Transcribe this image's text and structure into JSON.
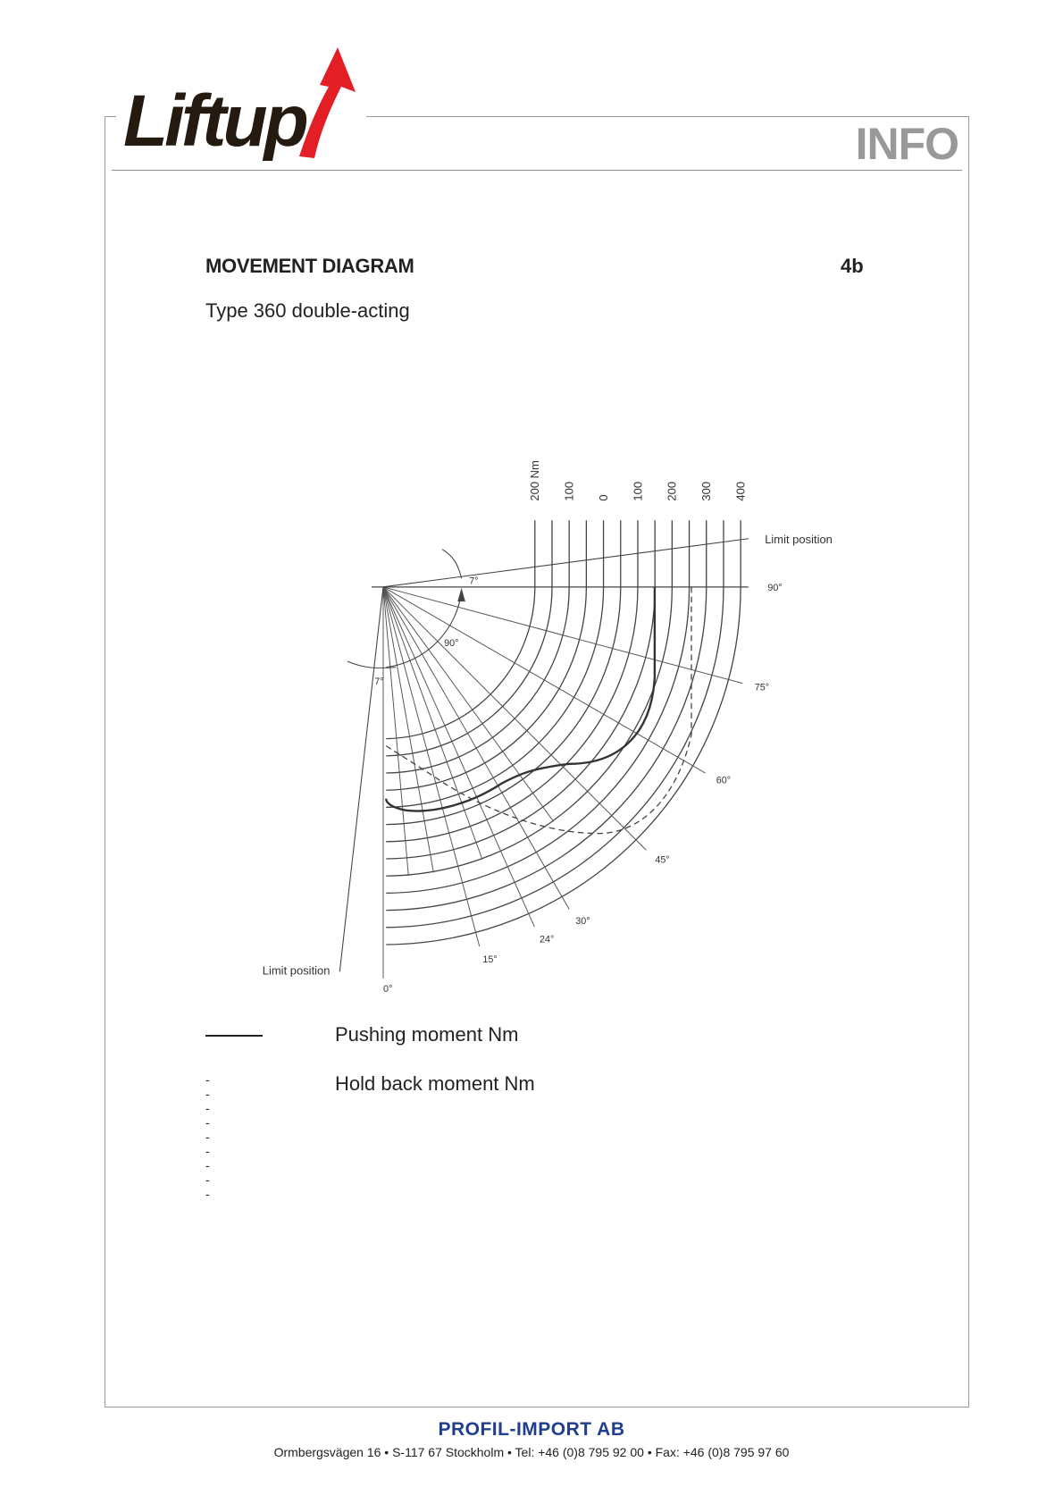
{
  "brand": {
    "logo_text": "Liftup",
    "accent": "#e31e24"
  },
  "header": {
    "section": "INFO"
  },
  "doc": {
    "title": "MOVEMENT DIAGRAM",
    "page_code": "4b",
    "subtitle": "Type 360 double-acting"
  },
  "chart_data": {
    "type": "polar-diagram",
    "torque_axis": {
      "labels": [
        "200 Nm",
        "100",
        "0",
        "100",
        "200",
        "300",
        "400"
      ],
      "values": [
        -200,
        -100,
        0,
        100,
        200,
        300,
        400
      ],
      "grid_step": 50
    },
    "angle_rays": [
      {
        "angle": 0,
        "label": "0°"
      },
      {
        "angle": 15,
        "label": "15°"
      },
      {
        "angle": 24,
        "label": "24°"
      },
      {
        "angle": 30,
        "label": "30°"
      },
      {
        "angle": 45,
        "label": "45°"
      },
      {
        "angle": 60,
        "label": "60°"
      },
      {
        "angle": 75,
        "label": "75°"
      },
      {
        "angle": 90,
        "label": "90°"
      }
    ],
    "extra_rays": [
      5,
      10,
      20,
      36
    ],
    "limit_label": "Limit position",
    "limit_offset_label": "7°",
    "rotation_label": "90°",
    "series": [
      {
        "name": "Pushing moment Nm",
        "style": "solid"
      },
      {
        "name": "Hold back moment Nm",
        "style": "dashed"
      }
    ]
  },
  "legend": {
    "solid_label": "Pushing moment Nm",
    "dashed_marker": "---------",
    "dashed_label": "Hold back moment Nm"
  },
  "footer": {
    "company": "PROFIL-IMPORT AB",
    "address": "Ormbergsvägen 16 • S-117 67 Stockholm • Tel: +46 (0)8 795 92 00 • Fax: +46 (0)8 795 97 60"
  }
}
